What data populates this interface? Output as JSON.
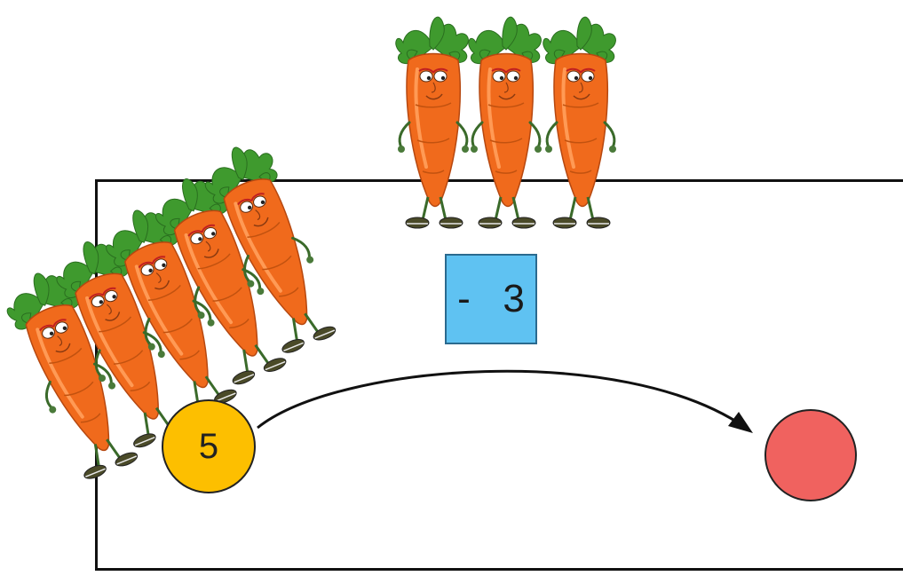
{
  "problem": {
    "start_value": "5",
    "operator_symbol": "-",
    "operand": "3",
    "result_value": ""
  },
  "carrots": {
    "start_group_count": 5,
    "subtract_group_count": 3
  },
  "colors": {
    "start_circle": "#fdbf00",
    "result_circle": "#f0625f",
    "operation_box": "#5fc2f2",
    "carrot_body": "#f06a1c",
    "carrot_leaves": "#3f9a2e"
  }
}
